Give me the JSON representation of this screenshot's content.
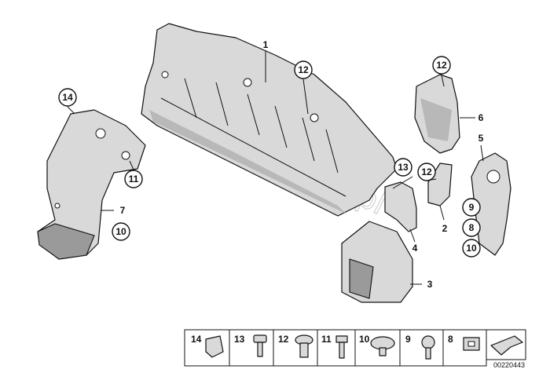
{
  "callouts": {
    "c1": "1",
    "c2": "2",
    "c3": "3",
    "c4": "4",
    "c5": "5",
    "c6": "6",
    "c7": "7",
    "c8": "8",
    "c9": "9",
    "c10a": "10",
    "c10b": "10",
    "c11": "11",
    "c12a": "12",
    "c12b": "12",
    "c12c": "12",
    "c13": "13",
    "c14": "14"
  },
  "legend": [
    "14",
    "13",
    "12",
    "11",
    "10",
    "9",
    "8"
  ],
  "watermark": "www.BMWstore.pl",
  "drawing_code": "00220443"
}
